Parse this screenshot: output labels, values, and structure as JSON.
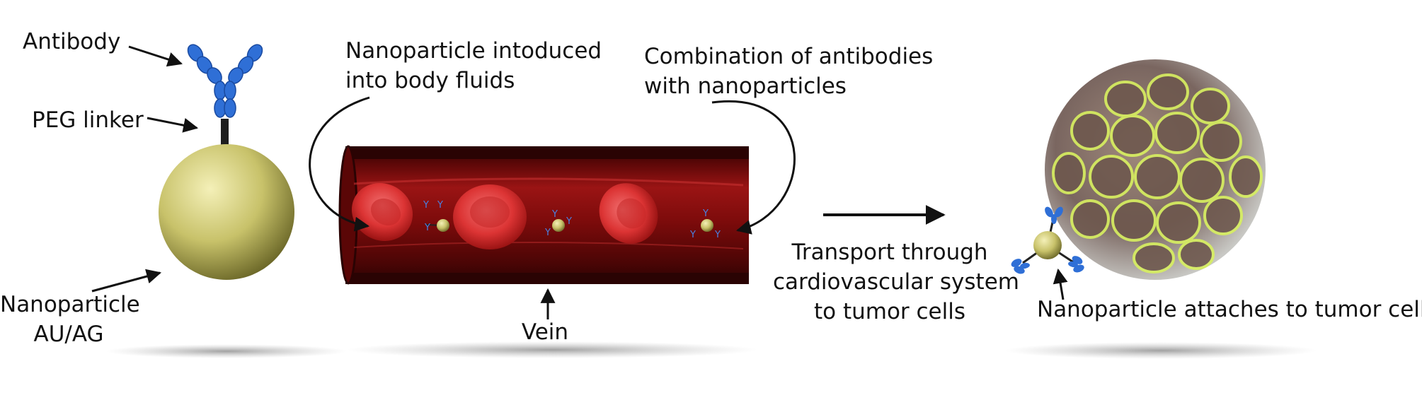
{
  "labels": {
    "antibody": "Antibody",
    "peg_linker": "PEG linker",
    "nanoparticle_line1": "Nanoparticle",
    "nanoparticle_line2": "AU/AG",
    "introduced_line1": "Nanoparticle intoduced",
    "introduced_line2": "into body fluids",
    "combination_line1": "Combination of antibodies",
    "combination_line2": "with nanoparticles",
    "vein": "Vein",
    "transport_line1": "Transport through",
    "transport_line2": "cardiovascular system",
    "transport_line3": "to tumor cells",
    "attaches": "Nanoparticle attaches to tumor cell"
  },
  "colors": {
    "gold_particle": "#c8c26a",
    "antibody_blue": "#2f6fd6",
    "vein_dark": "#3a0505",
    "vein_red": "#8c0c0c",
    "blood_cell": "#e03a3a",
    "tumor_cell": "#7a6660",
    "tumor_mesh": "#d8f060"
  }
}
